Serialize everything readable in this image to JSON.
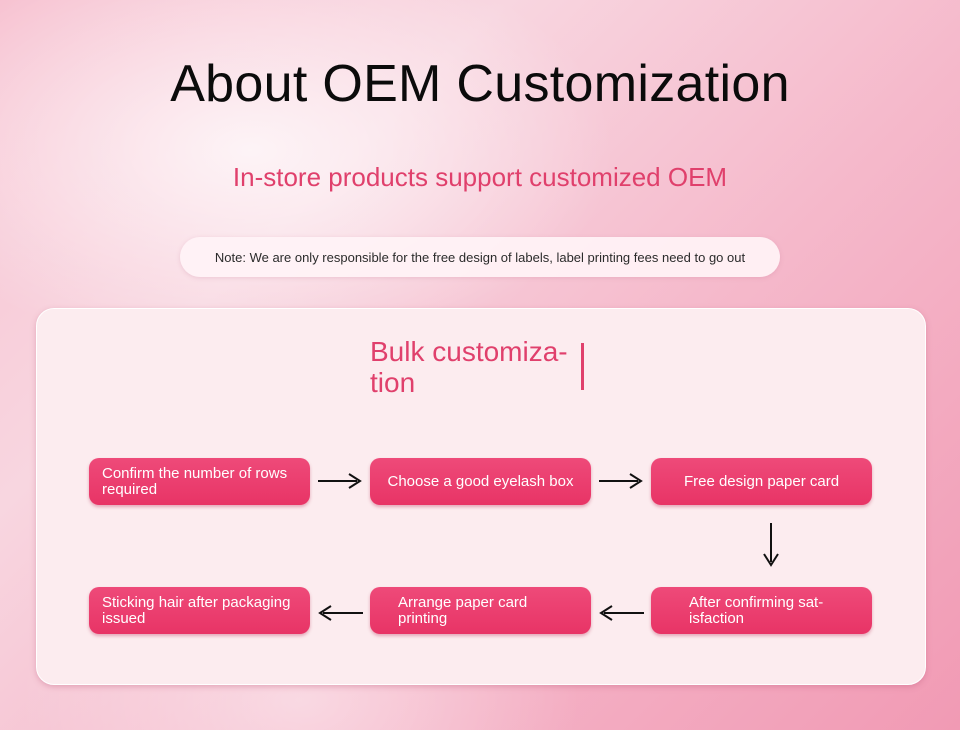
{
  "header": {
    "title": "About OEM Customization",
    "subtitle": "In-store products support customized OEM",
    "note": "Note: We are only responsible for the free design of labels, label printing fees need to go out"
  },
  "process": {
    "title": "Bulk customiza-\ntion",
    "steps": [
      "Confirm the number of rows required",
      "Choose a good eyelash box",
      "Free design paper card",
      "After confirming sat-\nisfaction",
      "Arrange paper card printing",
      "Sticking hair after packaging issued"
    ]
  },
  "colors": {
    "accent": "#e0406c",
    "step_fill": "#ec3f71",
    "card_bg": "#fcecef",
    "note_bg": "#fff3f6"
  }
}
